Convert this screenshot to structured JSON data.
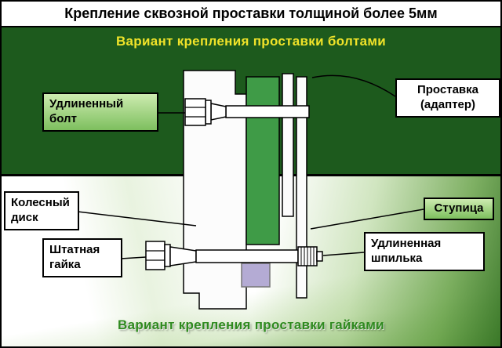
{
  "title": "Крепление сквозной проставки толщиной более 5мм",
  "top_section": {
    "heading": "Вариант крепления проставки болтами"
  },
  "bottom_section": {
    "heading": "Вариант крепления проставки гайками"
  },
  "callouts": {
    "extended_bolt": "Удлиненный болт",
    "spacer_adapter": "Проставка (адаптер)",
    "wheel_disk": "Колесный диск",
    "hub": "Ступица",
    "stock_nut": "Штатная гайка",
    "extended_stud": "Удлиненная шпилька"
  },
  "colors": {
    "panel-green": "#1d5a1d",
    "heading-yellow": "#f0e329",
    "spacer-green": "#3f9b47",
    "label-green-top": "#cdebb0",
    "label-green-bottom": "#7dbf5e",
    "bottom-heading-green": "#2e8a1e",
    "lavender": "#b4abd4"
  }
}
